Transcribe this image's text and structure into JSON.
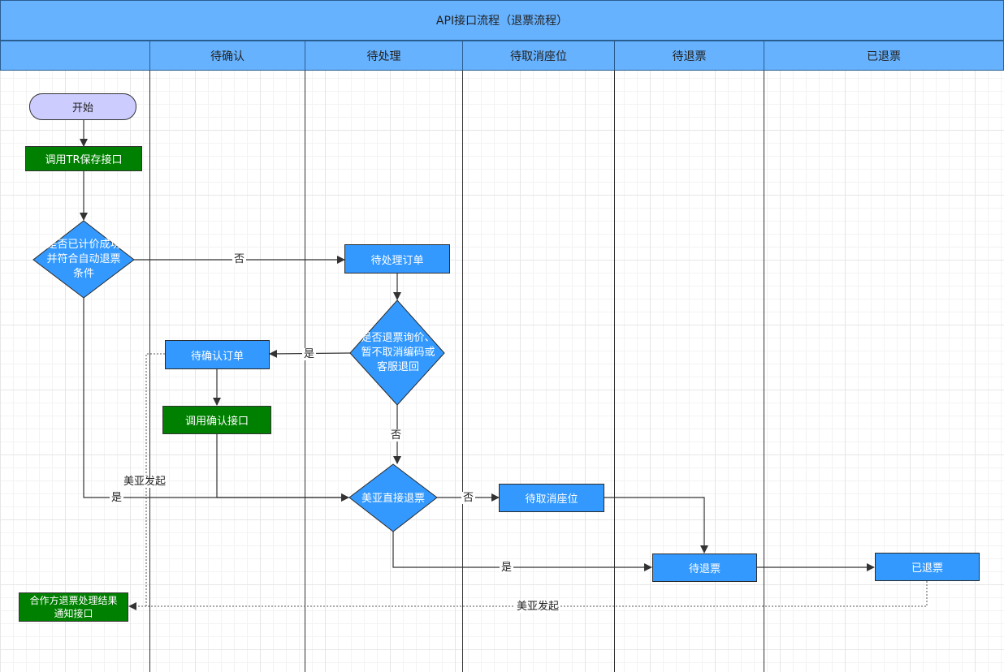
{
  "title": "API接口流程（退票流程）",
  "lanes": [
    "",
    "待确认",
    "待处理",
    "待取消座位",
    "待退票",
    "已退票"
  ],
  "nodes": {
    "start": "开始",
    "call_tr_save": "调用TR保存接口",
    "decision_priced": "是否已计价成功并符合自动退票条件",
    "pending_order": "待处理订单",
    "decision_inquiry": "是否退票询价、暂不取消编码或客服退回",
    "confirm_order": "待确认订单",
    "call_confirm": "调用确认接口",
    "decision_direct": "美亚直接退票",
    "cancel_seat": "待取消座位",
    "pending_refund": "待退票",
    "refunded": "已退票",
    "partner_notify": "合作方退票处理结果通知接口"
  },
  "edge_labels": {
    "no_1": "否",
    "yes_1": "是",
    "no_2": "否",
    "yes_2": "是",
    "meiya_1": "美亚发起",
    "no_3": "否",
    "yes_3": "是",
    "meiya_2": "美亚发起"
  },
  "colors": {
    "header": "#66b2ff",
    "process_blue": "#3399ff",
    "process_green": "#008000",
    "start": "#ccccff"
  }
}
